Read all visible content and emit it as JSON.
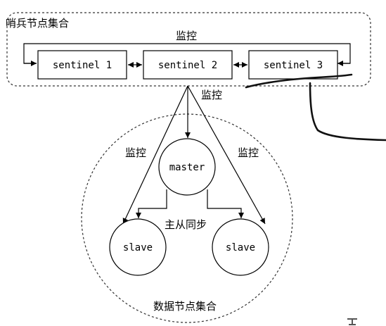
{
  "sentinel_group": {
    "label": "哨兵节点集合"
  },
  "sentinels": [
    {
      "label": "sentinel 1"
    },
    {
      "label": "sentinel 2"
    },
    {
      "label": "sentinel 3"
    }
  ],
  "top_monitor_label": "监控",
  "monitor_labels": {
    "center": "监控",
    "left": "监控",
    "right": "监控"
  },
  "data_group": {
    "label": "数据节点集合"
  },
  "master": {
    "label": "master"
  },
  "slaves": [
    {
      "label": "slave"
    },
    {
      "label": "slave"
    }
  ],
  "sync_label": "主从同步"
}
